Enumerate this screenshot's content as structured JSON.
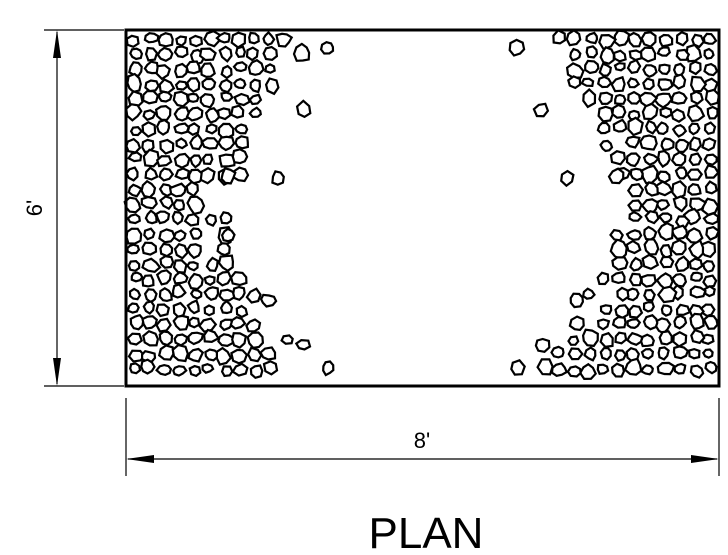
{
  "plan": {
    "title": "PLAN",
    "height_dimension": "6'",
    "width_dimension": "8'"
  },
  "colors": {
    "ink": "#000000",
    "paper": "#ffffff"
  }
}
